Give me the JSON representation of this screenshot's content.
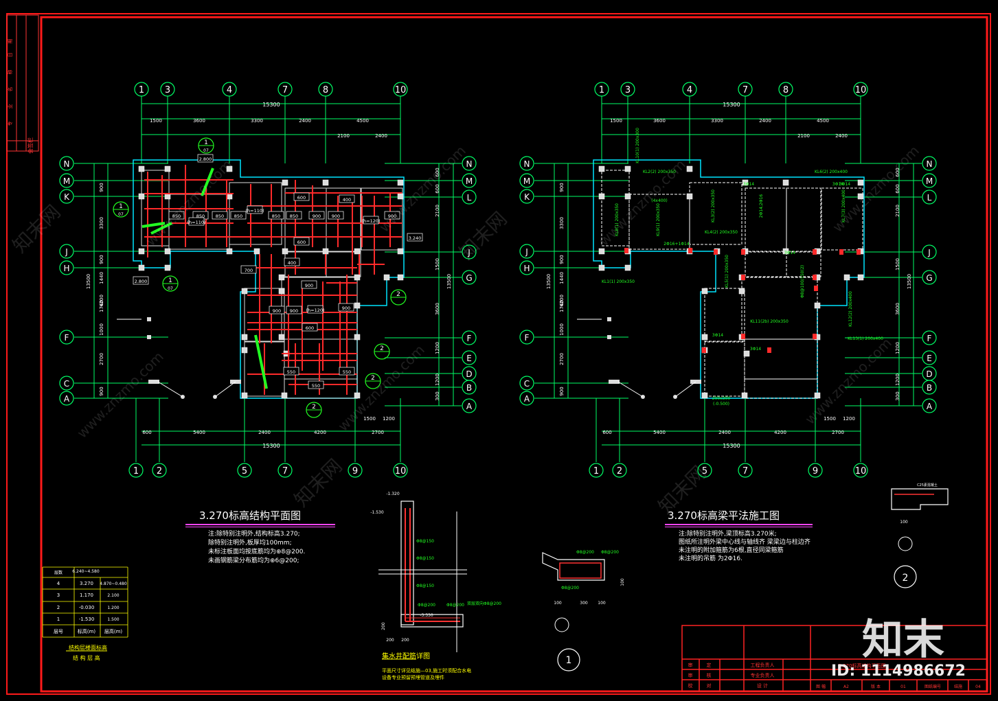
{
  "colors": {
    "frame": "#ff1a1a",
    "axis": "#00ff66",
    "wall": "#ff2a2a",
    "note": "#ffffff",
    "cyan": "#00e5ff",
    "title": "#ffffff",
    "accent": "#e0e000"
  },
  "left_plan": {
    "title": "3.270标高结构平面图",
    "notes": [
      "注:除特别注明外,结构标高3.270;",
      "除特别注明外,板厚均100mm;",
      "未标注板面均按底筋均为⊕8@200.",
      "未画钢筋梁分布筋均为⊕6@200;"
    ],
    "top_axes": [
      "1",
      "3",
      "4",
      "7",
      "8",
      "10"
    ],
    "bottom_axes": [
      "1",
      "2",
      "5",
      "7",
      "9",
      "10"
    ],
    "left_axes": [
      "N",
      "M",
      "K",
      "J",
      "H",
      "F",
      "C",
      "A"
    ],
    "right_axes": [
      "N",
      "M",
      "L",
      "J",
      "G",
      "F",
      "E",
      "D",
      "B",
      "A"
    ],
    "top_total": "15300",
    "top_dims": [
      "1500",
      "3600",
      "3300",
      "2400",
      "4500"
    ],
    "top_dims2": [
      "2100",
      "2400"
    ],
    "bottom_dims": [
      "600",
      "5400",
      "2400",
      "4200",
      "2700"
    ],
    "bottom_dims2": [
      "1500",
      "1200"
    ],
    "bottom_total": "15300",
    "side_total": "13500",
    "side_dims": [
      "900",
      "3300",
      "900",
      "1440",
      "4200",
      "1760",
      "1000",
      "2700",
      "900"
    ],
    "right_dims": [
      "600",
      "600",
      "2100",
      "1500",
      "3600",
      "1200",
      "1200",
      "300"
    ],
    "room_labels": [
      "850",
      "850",
      "850",
      "850",
      "850",
      "850",
      "900",
      "900",
      "600",
      "600",
      "900",
      "400",
      "400",
      "700",
      "900",
      "900",
      "900",
      "600",
      "900",
      "550",
      "550",
      "550",
      "(h=110)",
      "(h=110)",
      "(h=120)",
      "(h=120)",
      "2.800",
      "2.800",
      "3.240"
    ],
    "section_marks": [
      "1",
      "1",
      "1",
      "2",
      "2",
      "2",
      "2"
    ],
    "section_sub": [
      "07",
      "07",
      "07"
    ]
  },
  "right_plan": {
    "title": "3.270标高梁平法施工图",
    "notes": [
      "注:除特别注明外,梁顶标高3.270米;",
      "图纸所注明外梁中心线与轴线齐    梁梁边与柱边齐",
      "未注明的附加箍筋为6根,直径同梁箍筋",
      "未注明的吊筋    为2Φ16."
    ],
    "beam_labels": [
      "KL1(1) 200x350",
      "KL2(2) 200x350",
      "KL3(2) 200x350",
      "KL4(2) 200x350",
      "KL5(1) 200x350",
      "KL6(2) 200x400",
      "KL7(3) 200x400",
      "KL8(1) 200x350",
      "KL9(1) 200x350",
      "KL10(1) 200x300",
      "KL11(2b) 200x350",
      "KL12(2) 200x400",
      "KL13(1) 200x400",
      "2Φ14;2Φ16",
      "3Φ14",
      "Φ8@100/150(2)",
      "(-0.500)",
      "200x300"
    ]
  },
  "detail_1": {
    "label": "1",
    "dims": [
      "100",
      "300",
      "100",
      "100"
    ],
    "tags": [
      "Φ8@200",
      "Φ8@200",
      "Φ8@200"
    ]
  },
  "detail_2": {
    "label": "2",
    "dims": [
      "100"
    ],
    "tags": [
      "C25素混凝土"
    ]
  },
  "pit_detail": {
    "title": "集水井配筋详图",
    "levels": [
      "-1.320",
      "-1.530",
      "-3.330"
    ],
    "tags": [
      "Φ8@150",
      "Φ8@150",
      "Φ8@150",
      "Φ8@200",
      "Φ8@200",
      "双层双向Φ8@200"
    ],
    "dims": [
      "200",
      "200",
      "200"
    ],
    "note_lines": [
      "平面尺寸详见结施—03,施工时须配合水电",
      "设备专业预留预埋管道及埋件"
    ]
  },
  "level_table": {
    "header": [
      "层号",
      "标高(m)",
      "层高(m)"
    ],
    "top_header": "6.240~4.580",
    "rows": [
      [
        "4",
        "3.270",
        "4.870~0.480"
      ],
      [
        "3",
        "1.170",
        "2.100"
      ],
      [
        "2",
        "-0.030",
        "1.200"
      ],
      [
        "1",
        "-1.530",
        "1.500"
      ]
    ],
    "caption1": "结构层楼面标高",
    "caption2": "结 构 层 高"
  },
  "left_strip": {
    "labels": [
      "会签栏",
      "专",
      "业",
      "名",
      "称",
      "日",
      "期"
    ]
  },
  "title_block": {
    "rows": [
      [
        "审",
        "定",
        "工程负责人"
      ],
      [
        "审",
        "核",
        "专业负责人"
      ],
      [
        "校",
        "对",
        "设  计"
      ]
    ],
    "bottom": [
      "图  幅",
      "A2",
      "版  本",
      "01",
      "图纸编号",
      "结施",
      "04"
    ],
    "project": "3.270标高结构平面图"
  },
  "watermark": {
    "brand": "知末",
    "id": "ID: 1114986672",
    "site": "www.znzmo.com",
    "site_cn": "知末网"
  }
}
